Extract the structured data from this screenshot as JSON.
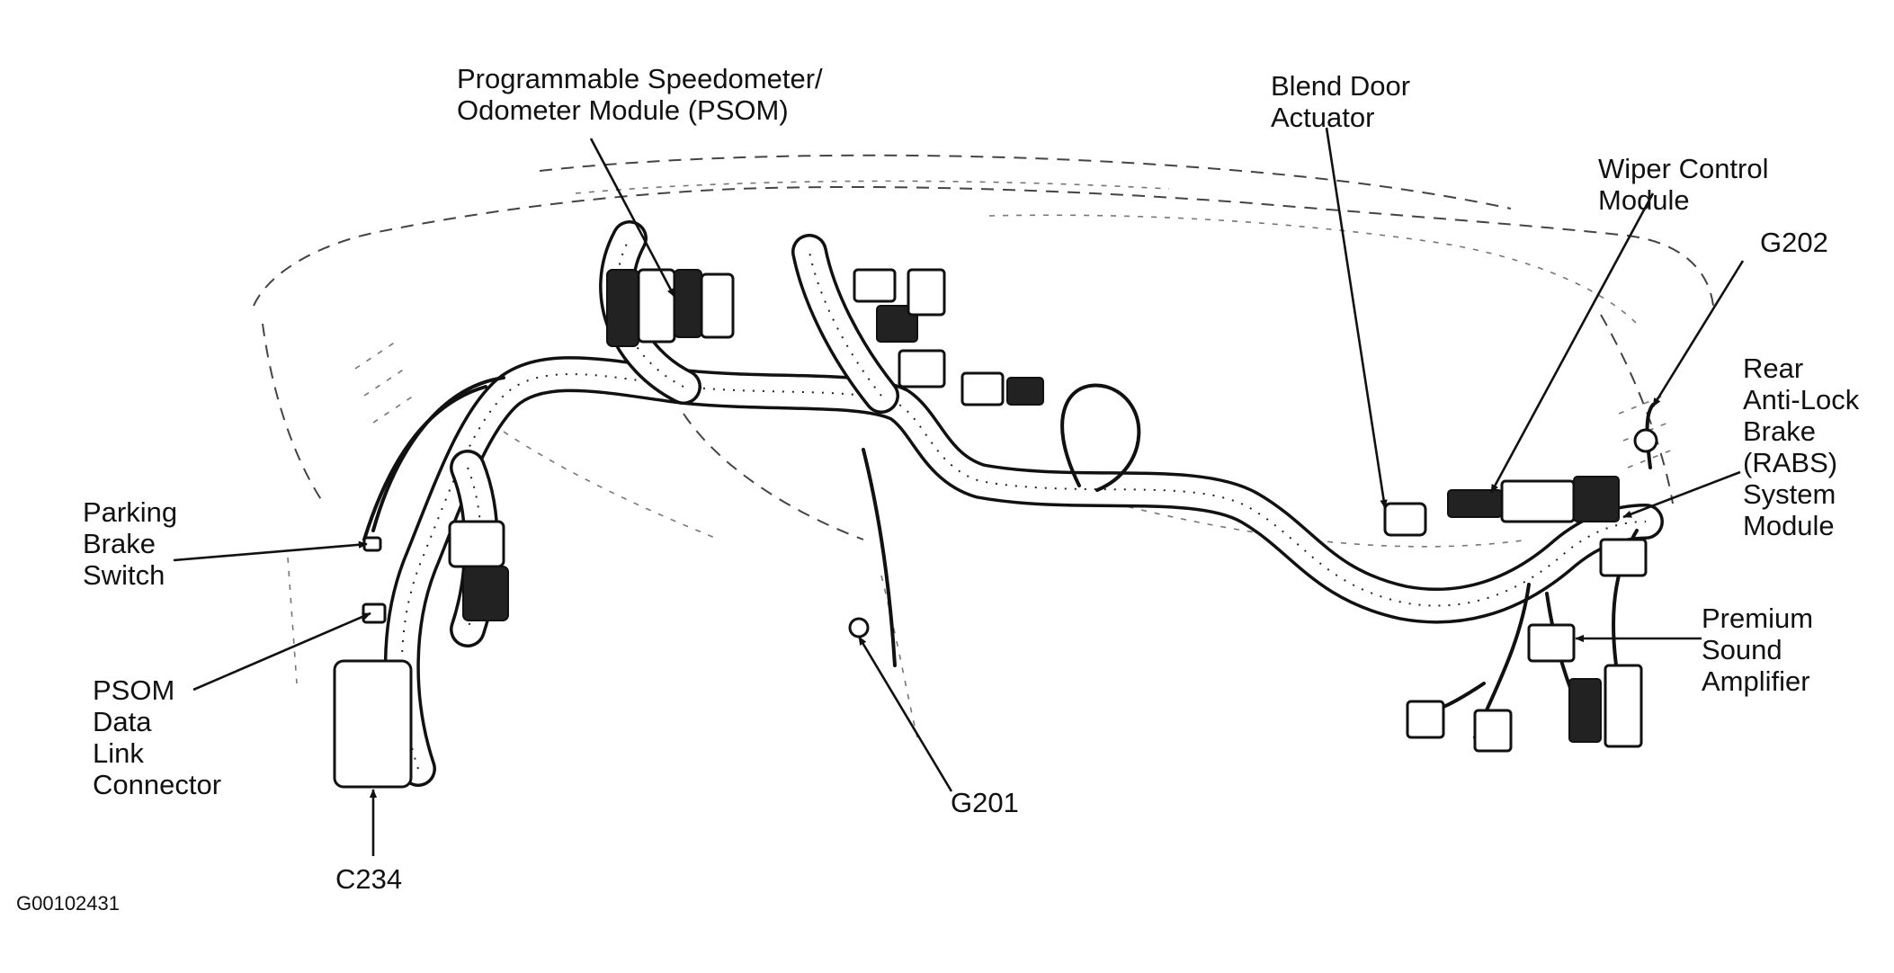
{
  "figure_id": "G00102431",
  "labels": {
    "psom": [
      "Programmable Speedometer/",
      "Odometer Module (PSOM)"
    ],
    "blend_door": [
      "Blend Door",
      "Actuator"
    ],
    "wiper": [
      "Wiper Control",
      "Module"
    ],
    "g202": [
      "G202"
    ],
    "rabs": [
      "Rear",
      "Anti-Lock",
      "Brake",
      "(RABS)",
      "System",
      "Module"
    ],
    "parking_brake": [
      "Parking",
      "Brake",
      "Switch"
    ],
    "psom_dlc": [
      "PSOM",
      "Data",
      "Link",
      "Connector"
    ],
    "premium_sound": [
      "Premium",
      "Sound",
      "Amplifier"
    ],
    "g201": [
      "G201"
    ],
    "c234": [
      "C234"
    ]
  },
  "colors": {
    "ink": "#111111",
    "paper": "#ffffff",
    "outline": "#444444"
  }
}
